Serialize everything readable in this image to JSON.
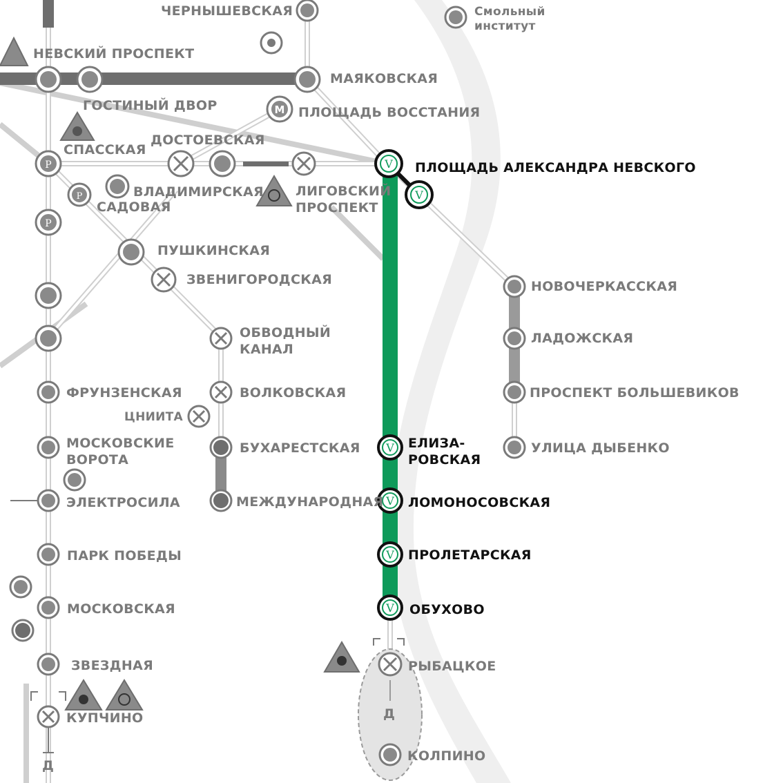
{
  "stations": {
    "chernyshevskaya": "ЧЕРНЫШЕВСКАЯ",
    "smolny": [
      "Смольный",
      "институт"
    ],
    "nevsky": "НЕВСКИЙ ПРОСПЕКТ",
    "mayakovskaya": "МАЯКОВСКАЯ",
    "gostiny": "ГОСТИНЫЙ ДВОР",
    "vosstaniya": "ПЛОЩАДЬ ВОССТАНИЯ",
    "spasskaya": "СПАССКАЯ",
    "dostoevskaya": "ДОСТОЕВСКАЯ",
    "alexander_nevsky": "ПЛОЩАДЬ АЛЕКСАНДРА НЕВСКОГО",
    "vladimirskaya": "ВЛАДИМИРСКАЯ",
    "sadovaya": "САДОВАЯ",
    "ligovsky": [
      "ЛИГОВСКИЙ",
      "ПРОСПЕКТ"
    ],
    "pushkinskaya": "ПУШКИНСКАЯ",
    "zvenigorodskaya": "ЗВЕНИГОРОДСКАЯ",
    "novocherkasskaya": "НОВОЧЕРКАССКАЯ",
    "obvodny": [
      "ОБВОДНЫЙ",
      "КАНАЛ"
    ],
    "ladozhskaya": "ЛАДОЖСКАЯ",
    "frunzenskaya": "ФРУНЗЕНСКАЯ",
    "volkovskaya": "ВОЛКОВСКАЯ",
    "bolshevikov": "ПРОСПЕКТ БОЛЬШЕВИКОВ",
    "tsniita": "ЦНИИТА",
    "moskovskie_vorota": [
      "МОСКОВСКИЕ",
      "ВОРОТА"
    ],
    "bukharestskaya": "БУХАРЕСТСКАЯ",
    "elizarovskaya": [
      "ЕЛИЗА-",
      "РОВСКАЯ"
    ],
    "dybenko": "УЛИЦА ДЫБЕНКО",
    "elektrosila": "ЭЛЕКТРОСИЛА",
    "mezhdunarodnaya": "МЕЖДУНАРОДНАЯ",
    "lomonosovskaya": "ЛОМОНОСОВСКАЯ",
    "park_pobedy": "ПАРК ПОБЕДЫ",
    "proletarskaya": "ПРОЛЕТАРСКАЯ",
    "moskovskaya": "МОСКОВСКАЯ",
    "obukhovo": "ОБУХОВО",
    "zvezdnaya": "ЗВЕЗДНАЯ",
    "rybatskoe": "РЫБАЦКОЕ",
    "kupchino": "КУПЧИНО",
    "kolpino": "КОЛПИНО",
    "depot_label": "Д"
  },
  "badges": {
    "green_line": "V",
    "reich": "Р"
  },
  "colors": {
    "green_line": "#0e9a5a",
    "inactive": "#7a7a7a",
    "active_text": "#111111"
  },
  "icons": [
    "radiation-hazard-icon",
    "biohazard-icon",
    "fist-icon",
    "metro-m-icon",
    "house-icon",
    "cross-icon",
    "hammer-sickle-icon"
  ]
}
